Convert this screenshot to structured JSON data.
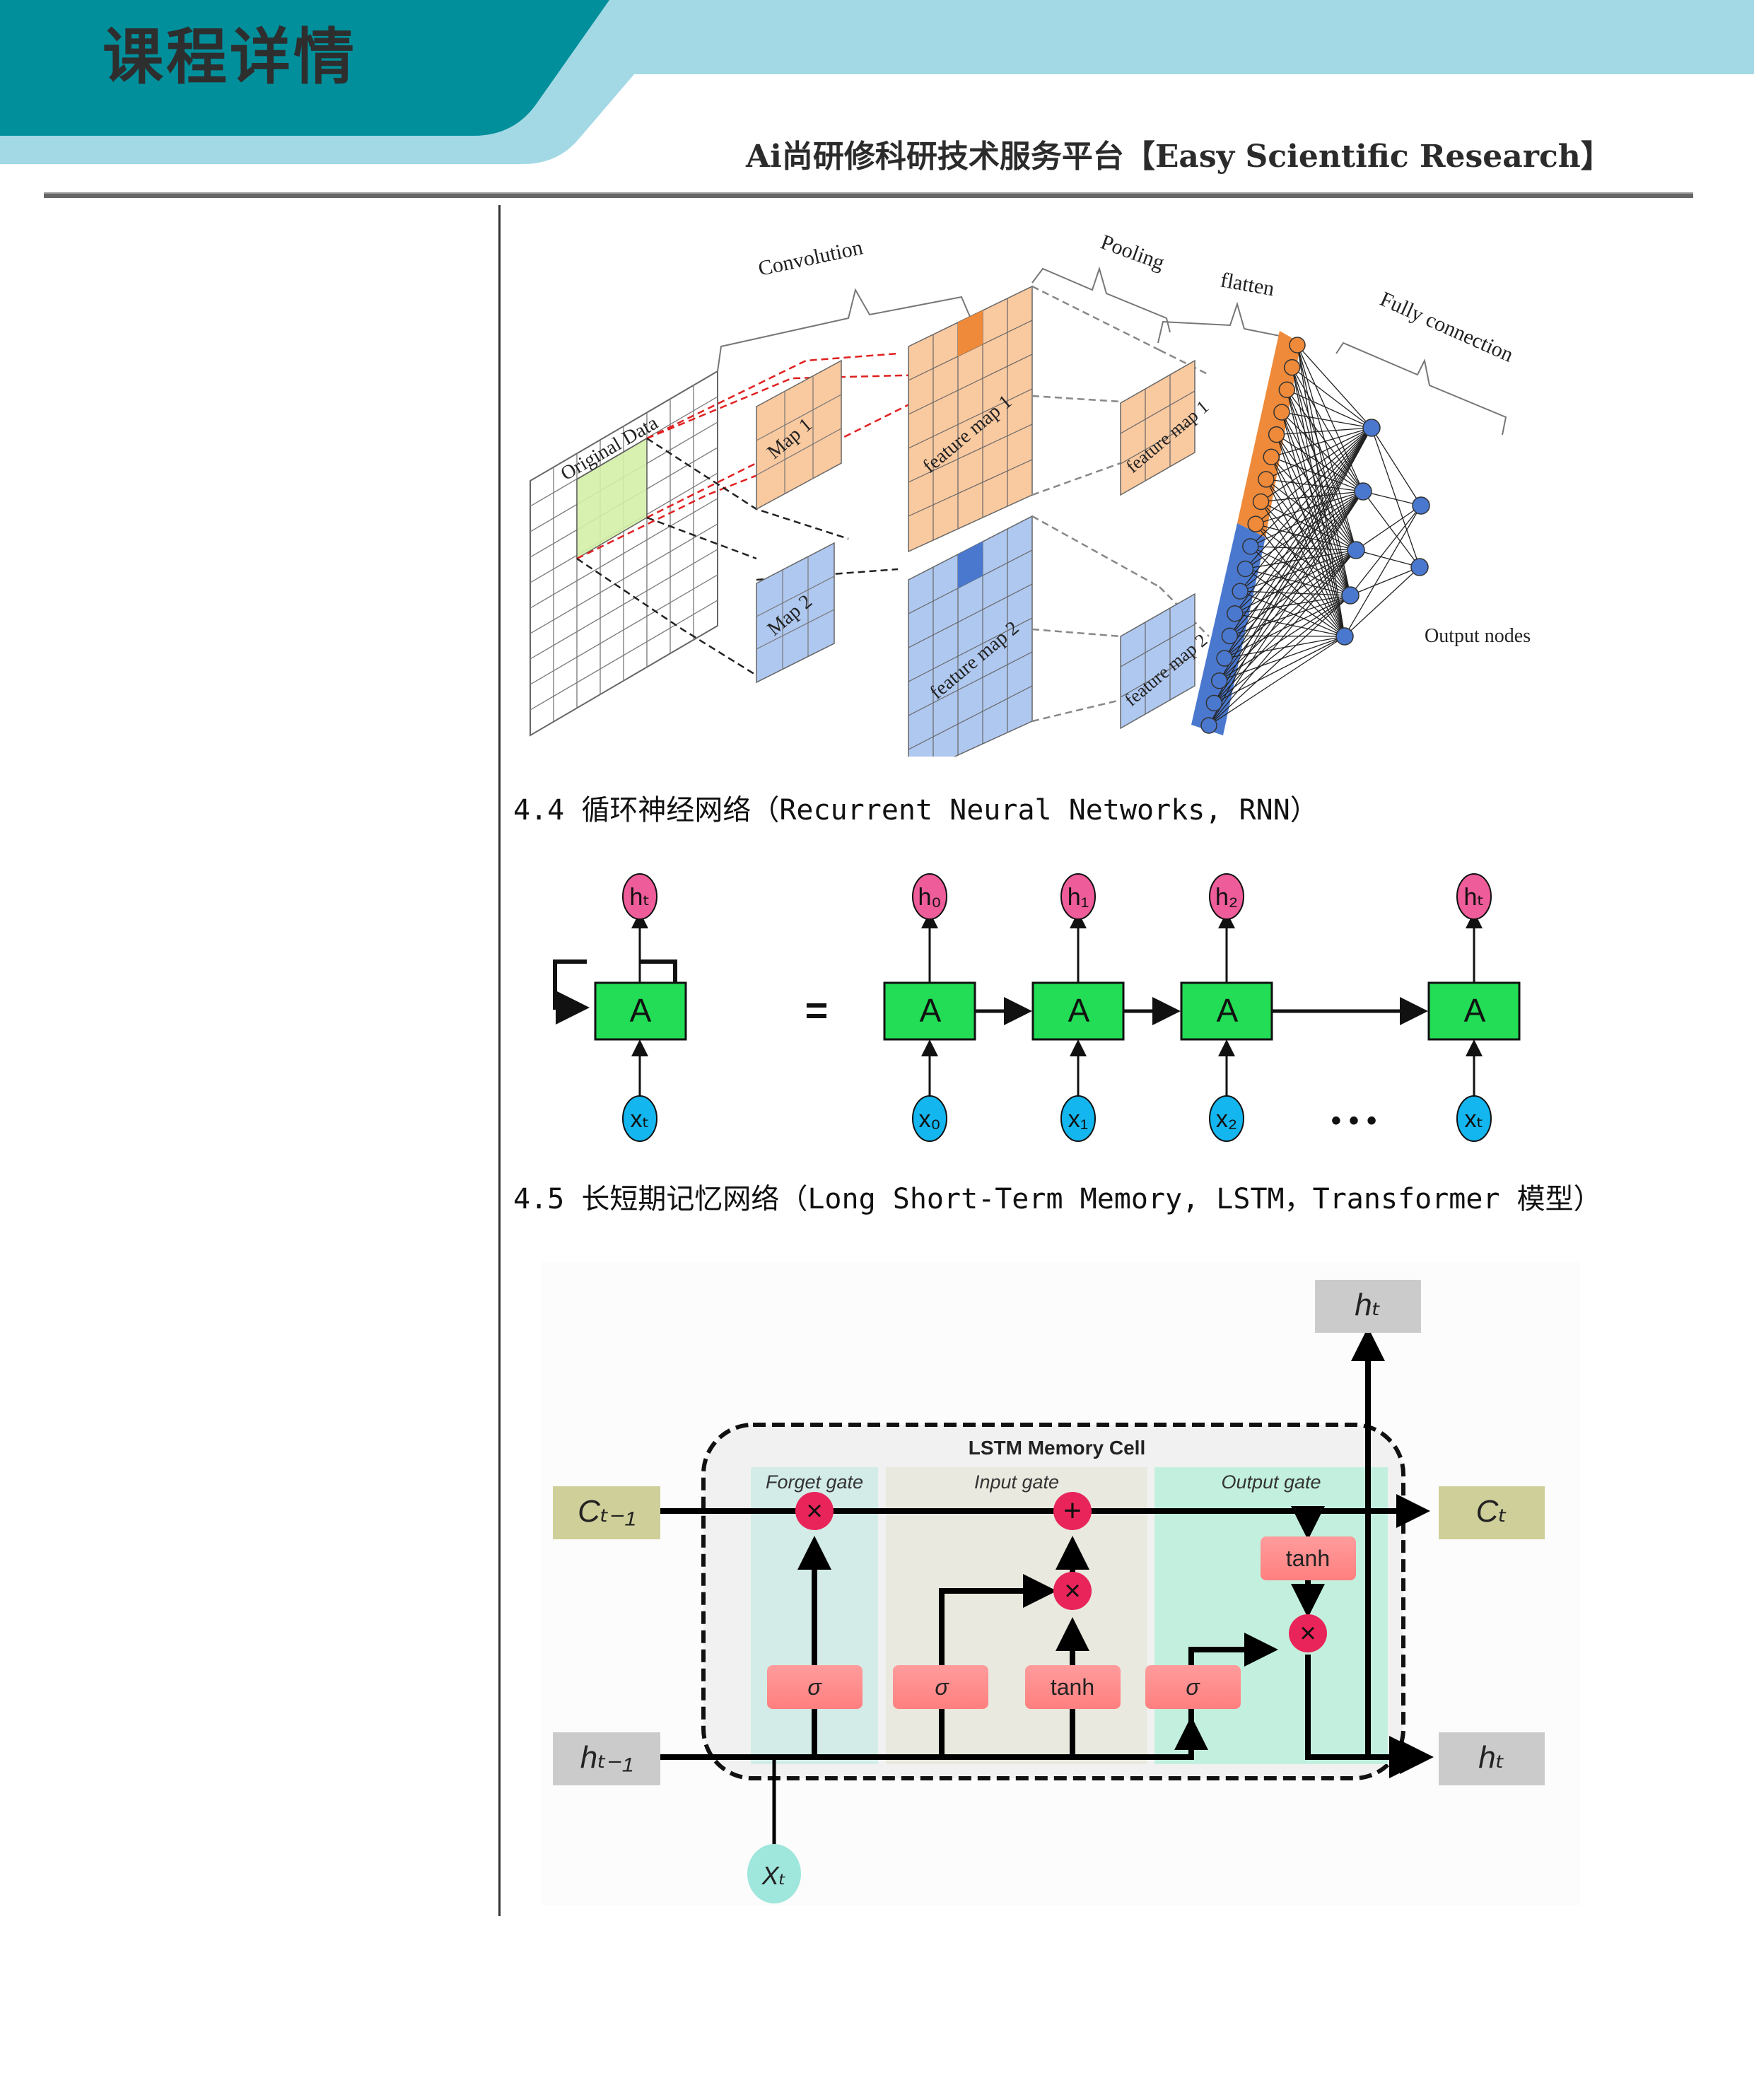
{
  "header": {
    "title": "课程详情",
    "platform": "Ai尚研修科研技术服务平台【Easy Scientific Research】",
    "colors": {
      "teal": "#008F9B",
      "light_blue": "#A3D9E5",
      "rule": "#666666"
    }
  },
  "sections": {
    "rnn_heading": "4.4 循环神经网络（Recurrent Neural Networks, RNN）",
    "lstm_heading": "4.5 长短期记忆网络（Long Short-Term Memory, LSTM，Transformer 模型）"
  },
  "cnn_diagram": {
    "labels": {
      "convolution": "Convolution",
      "pooling": "Pooling",
      "flatten": "flatten",
      "fully_connection": "Fully connection",
      "original_data": "Original Data",
      "map1": "Map 1",
      "map2": "Map 2",
      "feature_map1": "feature map 1",
      "feature_map2": "feature map 2",
      "pooled_map1": "feature map 1",
      "pooled_map2": "feature map 2",
      "output_nodes": "Output nodes"
    },
    "colors": {
      "orange_light": "#F9C9A0",
      "orange": "#EE8A3A",
      "blue_light": "#AFC8F0",
      "blue": "#4A78CF",
      "green": "#D4F0A8",
      "red_dash": "#E02020"
    }
  },
  "rnn_diagram": {
    "cell_label": "A",
    "equals": "=",
    "ellipsis": "• • •",
    "folded": {
      "output": "hₜ",
      "input": "xₜ"
    },
    "unrolled": [
      {
        "output": "h₀",
        "input": "x₀"
      },
      {
        "output": "h₁",
        "input": "x₁"
      },
      {
        "output": "h₂",
        "input": "x₂"
      },
      {
        "output": "hₜ",
        "input": "xₜ"
      }
    ],
    "colors": {
      "cell": "#22DD55",
      "output": "#EE5C9A",
      "input": "#13B6EE"
    }
  },
  "lstm_diagram": {
    "title": "LSTM Memory Cell",
    "gates": [
      "Forget gate",
      "Input gate",
      "Output gate"
    ],
    "inputs": {
      "c_prev": "Cₜ₋₁",
      "h_prev": "hₜ₋₁",
      "x": "Xₜ"
    },
    "outputs": {
      "c": "Cₜ",
      "h_right": "hₜ",
      "h_top": "hₜ"
    },
    "activations": [
      "σ",
      "σ",
      "tanh",
      "σ",
      "tanh"
    ],
    "ops": {
      "multiply": "×",
      "add": "+"
    },
    "colors": {
      "forget_bg": "#D3ECE8",
      "input_bg": "#E9E9DF",
      "output_bg": "#C3F0DE",
      "activation": "#FF8F8F",
      "op": "#E8245A",
      "c_box": "#CFCF9A",
      "h_box": "#CBCBCB",
      "x_node": "#9FE6DC"
    }
  }
}
